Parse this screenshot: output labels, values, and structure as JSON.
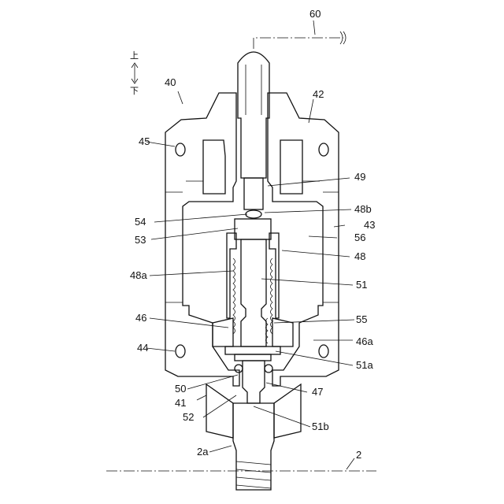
{
  "direction": {
    "up": "上",
    "down": "下"
  },
  "labels": {
    "l60": "60",
    "l40": "40",
    "l42": "42",
    "l45": "45",
    "l49": "49",
    "l48b": "48b",
    "l54": "54",
    "l43": "43",
    "l53": "53",
    "l56": "56",
    "l48": "48",
    "l48a": "48a",
    "l51": "51",
    "l46": "46",
    "l55": "55",
    "l44": "44",
    "l46a": "46a",
    "l51a": "51a",
    "l50": "50",
    "l47": "47",
    "l41": "41",
    "l52": "52",
    "l51b": "51b",
    "l2a": "2a",
    "l2": "2"
  }
}
